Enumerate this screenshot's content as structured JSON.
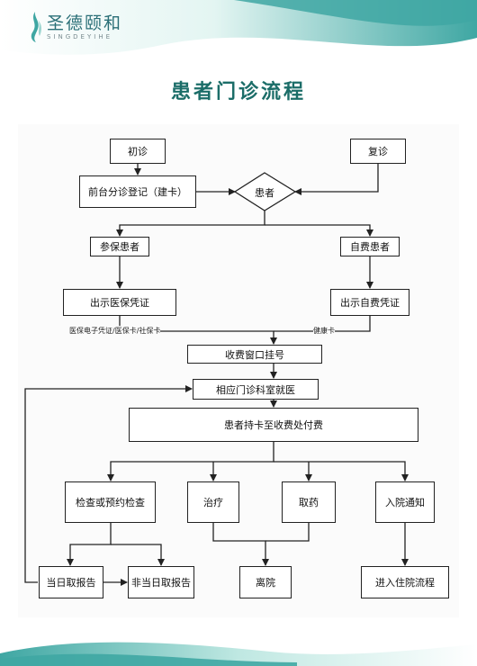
{
  "brand": {
    "name_cn": "圣德颐和",
    "name_en": "SINGDEYIHE",
    "accent": "#1b6d68",
    "wave_teal": "#3fa7a3",
    "wave_light": "#cfeeea"
  },
  "title": "患者门诊流程",
  "flow": {
    "first_visit": "初诊",
    "return_visit": "复诊",
    "registration": "前台分诊登记（建卡）",
    "patient": "患者",
    "insured_patient": "参保患者",
    "self_pay_patient": "自费患者",
    "show_insurance_voucher": "出示医保凭证",
    "show_self_pay_voucher": "出示自费凭证",
    "insurance_card_note": "医保电子凭证/医保卡/社保卡",
    "health_card_note": "健康卡",
    "fee_window": "收费窗口挂号",
    "department_visit": "相应门诊科室就医",
    "pay_at_counter": "患者持卡至收费处付费",
    "examination": "检查或预约检查",
    "treatment": "治疗",
    "get_medicine": "取药",
    "admission_notice": "入院通知",
    "same_day_report": "当日取报告",
    "next_day_report": "非当日取报告",
    "discharge": "离院",
    "inpatient_process": "进入住院流程"
  }
}
